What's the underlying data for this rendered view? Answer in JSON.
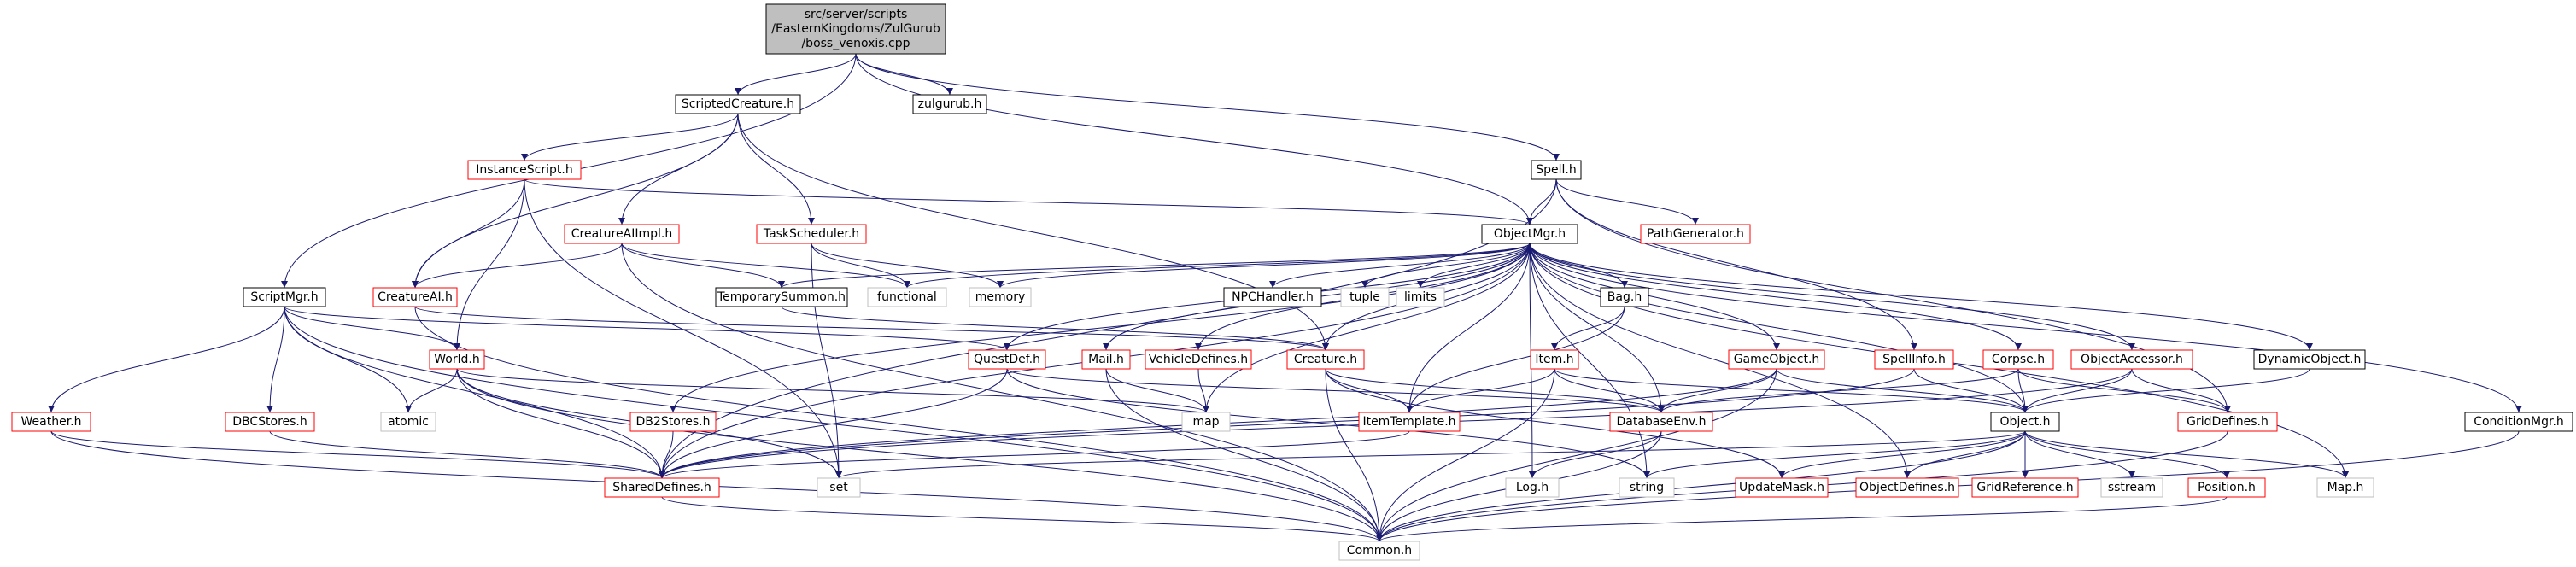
{
  "colors": {
    "black": "#000000",
    "red": "#ff0000",
    "gray": "#bfbfbf",
    "root_fill": "#bfbfbf",
    "edge": "#191970",
    "text_default": "#000000"
  },
  "nodes": [
    {
      "id": "root",
      "lines": [
        "src/server/scripts",
        "/EasternKingdoms/ZulGurub",
        "/boss_venoxis.cpp"
      ],
      "style": "root"
    },
    {
      "id": "scriptedcreature",
      "lines": [
        "ScriptedCreature.h"
      ],
      "style": "black"
    },
    {
      "id": "zulgurub",
      "lines": [
        "zulgurub.h"
      ],
      "style": "black"
    },
    {
      "id": "spell",
      "lines": [
        "Spell.h"
      ],
      "style": "black"
    },
    {
      "id": "instancescript",
      "lines": [
        "InstanceScript.h"
      ],
      "style": "red"
    },
    {
      "id": "objectmgr",
      "lines": [
        "ObjectMgr.h"
      ],
      "style": "black"
    },
    {
      "id": "pathgenerator",
      "lines": [
        "PathGenerator.h"
      ],
      "style": "red"
    },
    {
      "id": "creatureaiimpl",
      "lines": [
        "CreatureAIImpl.h"
      ],
      "style": "red"
    },
    {
      "id": "taskscheduler",
      "lines": [
        "TaskScheduler.h"
      ],
      "style": "red"
    },
    {
      "id": "scriptmgr",
      "lines": [
        "ScriptMgr.h"
      ],
      "style": "black"
    },
    {
      "id": "creatureai",
      "lines": [
        "CreatureAI.h"
      ],
      "style": "red"
    },
    {
      "id": "temporarysummon",
      "lines": [
        "TemporarySummon.h"
      ],
      "style": "black"
    },
    {
      "id": "functional",
      "lines": [
        "functional"
      ],
      "style": "gray"
    },
    {
      "id": "memory",
      "lines": [
        "memory"
      ],
      "style": "gray"
    },
    {
      "id": "npchandler",
      "lines": [
        "NPCHandler.h"
      ],
      "style": "black"
    },
    {
      "id": "tuple",
      "lines": [
        "tuple"
      ],
      "style": "gray"
    },
    {
      "id": "limits",
      "lines": [
        "limits"
      ],
      "style": "gray"
    },
    {
      "id": "bag",
      "lines": [
        "Bag.h"
      ],
      "style": "black"
    },
    {
      "id": "world",
      "lines": [
        "World.h"
      ],
      "style": "red"
    },
    {
      "id": "questdef",
      "lines": [
        "QuestDef.h"
      ],
      "style": "red"
    },
    {
      "id": "mail",
      "lines": [
        "Mail.h"
      ],
      "style": "red"
    },
    {
      "id": "vehicledefines",
      "lines": [
        "VehicleDefines.h"
      ],
      "style": "red"
    },
    {
      "id": "creature",
      "lines": [
        "Creature.h"
      ],
      "style": "red"
    },
    {
      "id": "item",
      "lines": [
        "Item.h"
      ],
      "style": "red"
    },
    {
      "id": "gameobject",
      "lines": [
        "GameObject.h"
      ],
      "style": "red"
    },
    {
      "id": "spellinfo",
      "lines": [
        "SpellInfo.h"
      ],
      "style": "red"
    },
    {
      "id": "corpse",
      "lines": [
        "Corpse.h"
      ],
      "style": "red"
    },
    {
      "id": "objectaccessor",
      "lines": [
        "ObjectAccessor.h"
      ],
      "style": "red"
    },
    {
      "id": "dynamicobject",
      "lines": [
        "DynamicObject.h"
      ],
      "style": "black"
    },
    {
      "id": "weather",
      "lines": [
        "Weather.h"
      ],
      "style": "red"
    },
    {
      "id": "dbcstores",
      "lines": [
        "DBCStores.h"
      ],
      "style": "red"
    },
    {
      "id": "atomic",
      "lines": [
        "atomic"
      ],
      "style": "gray"
    },
    {
      "id": "db2stores",
      "lines": [
        "DB2Stores.h"
      ],
      "style": "red"
    },
    {
      "id": "map",
      "lines": [
        "map"
      ],
      "style": "gray"
    },
    {
      "id": "itemtemplate",
      "lines": [
        "ItemTemplate.h"
      ],
      "style": "red"
    },
    {
      "id": "databaseenv",
      "lines": [
        "DatabaseEnv.h"
      ],
      "style": "red"
    },
    {
      "id": "objecth",
      "lines": [
        "Object.h"
      ],
      "style": "black"
    },
    {
      "id": "griddefines",
      "lines": [
        "GridDefines.h"
      ],
      "style": "red"
    },
    {
      "id": "conditionmgr",
      "lines": [
        "ConditionMgr.h"
      ],
      "style": "black"
    },
    {
      "id": "shareddefines",
      "lines": [
        "SharedDefines.h"
      ],
      "style": "red"
    },
    {
      "id": "set",
      "lines": [
        "set"
      ],
      "style": "gray"
    },
    {
      "id": "logh",
      "lines": [
        "Log.h"
      ],
      "style": "gray"
    },
    {
      "id": "string",
      "lines": [
        "string"
      ],
      "style": "gray"
    },
    {
      "id": "updatemask",
      "lines": [
        "UpdateMask.h"
      ],
      "style": "red"
    },
    {
      "id": "objectdefines",
      "lines": [
        "ObjectDefines.h"
      ],
      "style": "red"
    },
    {
      "id": "gridreference",
      "lines": [
        "GridReference.h"
      ],
      "style": "red"
    },
    {
      "id": "sstream",
      "lines": [
        "sstream"
      ],
      "style": "gray"
    },
    {
      "id": "position",
      "lines": [
        "Position.h"
      ],
      "style": "red"
    },
    {
      "id": "maph",
      "lines": [
        "Map.h"
      ],
      "style": "gray"
    },
    {
      "id": "common",
      "lines": [
        "Common.h"
      ],
      "style": "gray"
    }
  ],
  "edges": [
    [
      "root",
      "scriptedcreature"
    ],
    [
      "root",
      "zulgurub"
    ],
    [
      "root",
      "spell"
    ],
    [
      "root",
      "objectmgr"
    ],
    [
      "root",
      "scriptmgr"
    ],
    [
      "scriptedcreature",
      "instancescript"
    ],
    [
      "scriptedcreature",
      "creatureaiimpl"
    ],
    [
      "scriptedcreature",
      "taskscheduler"
    ],
    [
      "scriptedcreature",
      "creatureai"
    ],
    [
      "scriptedcreature",
      "creature"
    ],
    [
      "spell",
      "objectmgr"
    ],
    [
      "spell",
      "pathgenerator"
    ],
    [
      "spell",
      "spellinfo"
    ],
    [
      "spell",
      "griddefines"
    ],
    [
      "spell",
      "shareddefines"
    ],
    [
      "instancescript",
      "objectmgr"
    ],
    [
      "instancescript",
      "creatureai"
    ],
    [
      "instancescript",
      "world"
    ],
    [
      "instancescript",
      "set"
    ],
    [
      "creatureaiimpl",
      "creatureai"
    ],
    [
      "creatureaiimpl",
      "functional"
    ],
    [
      "creatureaiimpl",
      "temporarysummon"
    ],
    [
      "creatureaiimpl",
      "common"
    ],
    [
      "taskscheduler",
      "functional"
    ],
    [
      "taskscheduler",
      "memory"
    ],
    [
      "taskscheduler",
      "set"
    ],
    [
      "objectmgr",
      "functional"
    ],
    [
      "objectmgr",
      "memory"
    ],
    [
      "objectmgr",
      "temporarysummon"
    ],
    [
      "objectmgr",
      "npchandler"
    ],
    [
      "objectmgr",
      "tuple"
    ],
    [
      "objectmgr",
      "limits"
    ],
    [
      "objectmgr",
      "bag"
    ],
    [
      "objectmgr",
      "questdef"
    ],
    [
      "objectmgr",
      "mail"
    ],
    [
      "objectmgr",
      "vehicledefines"
    ],
    [
      "objectmgr",
      "creature"
    ],
    [
      "objectmgr",
      "gameobject"
    ],
    [
      "objectmgr",
      "corpse"
    ],
    [
      "objectmgr",
      "objectaccessor"
    ],
    [
      "objectmgr",
      "dynamicobject"
    ],
    [
      "objectmgr",
      "conditionmgr"
    ],
    [
      "objectmgr",
      "db2stores"
    ],
    [
      "objectmgr",
      "map"
    ],
    [
      "objectmgr",
      "itemtemplate"
    ],
    [
      "objectmgr",
      "databaseenv"
    ],
    [
      "objectmgr",
      "logh"
    ],
    [
      "objectmgr",
      "string"
    ],
    [
      "objectmgr",
      "objectdefines"
    ],
    [
      "objectmgr",
      "objecth"
    ],
    [
      "objectmgr",
      "maph"
    ],
    [
      "objectmgr",
      "shareddefines"
    ],
    [
      "scriptmgr",
      "world"
    ],
    [
      "scriptmgr",
      "questdef"
    ],
    [
      "scriptmgr",
      "weather"
    ],
    [
      "scriptmgr",
      "dbcstores"
    ],
    [
      "scriptmgr",
      "atomic"
    ],
    [
      "scriptmgr",
      "shareddefines"
    ],
    [
      "scriptmgr",
      "common"
    ],
    [
      "creatureai",
      "creature"
    ],
    [
      "creatureai",
      "common"
    ],
    [
      "temporarysummon",
      "creature"
    ],
    [
      "bag",
      "item"
    ],
    [
      "bag",
      "itemtemplate"
    ],
    [
      "world",
      "atomic"
    ],
    [
      "world",
      "map"
    ],
    [
      "world",
      "set"
    ],
    [
      "world",
      "shareddefines"
    ],
    [
      "world",
      "common"
    ],
    [
      "questdef",
      "shareddefines"
    ],
    [
      "questdef",
      "databaseenv"
    ],
    [
      "questdef",
      "string"
    ],
    [
      "mail",
      "map"
    ],
    [
      "mail",
      "common"
    ],
    [
      "vehicledefines",
      "map"
    ],
    [
      "creature",
      "itemtemplate"
    ],
    [
      "creature",
      "databaseenv"
    ],
    [
      "creature",
      "updatemask"
    ],
    [
      "creature",
      "common"
    ],
    [
      "item",
      "itemtemplate"
    ],
    [
      "item",
      "databaseenv"
    ],
    [
      "item",
      "objecth"
    ],
    [
      "item",
      "common"
    ],
    [
      "gameobject",
      "shareddefines"
    ],
    [
      "gameobject",
      "databaseenv"
    ],
    [
      "gameobject",
      "objecth"
    ],
    [
      "gameobject",
      "common"
    ],
    [
      "spellinfo",
      "shareddefines"
    ],
    [
      "spellinfo",
      "objecth"
    ],
    [
      "corpse",
      "databaseenv"
    ],
    [
      "corpse",
      "objecth"
    ],
    [
      "corpse",
      "griddefines"
    ],
    [
      "objectaccessor",
      "objecth"
    ],
    [
      "objectaccessor",
      "griddefines"
    ],
    [
      "objectaccessor",
      "shareddefines"
    ],
    [
      "dynamicobject",
      "objecth"
    ],
    [
      "weather",
      "shareddefines"
    ],
    [
      "weather",
      "common"
    ],
    [
      "dbcstores",
      "shareddefines"
    ],
    [
      "db2stores",
      "shareddefines"
    ],
    [
      "itemtemplate",
      "shareddefines"
    ],
    [
      "databaseenv",
      "logh"
    ],
    [
      "databaseenv",
      "common"
    ],
    [
      "objecth",
      "set"
    ],
    [
      "objecth",
      "string"
    ],
    [
      "objecth",
      "updatemask"
    ],
    [
      "objecth",
      "objectdefines"
    ],
    [
      "objecth",
      "gridreference"
    ],
    [
      "objecth",
      "sstream"
    ],
    [
      "objecth",
      "position"
    ],
    [
      "objecth",
      "maph"
    ],
    [
      "objecth",
      "common"
    ],
    [
      "griddefines",
      "common"
    ],
    [
      "conditionmgr",
      "common"
    ],
    [
      "position",
      "common"
    ],
    [
      "shareddefines",
      "common"
    ]
  ]
}
